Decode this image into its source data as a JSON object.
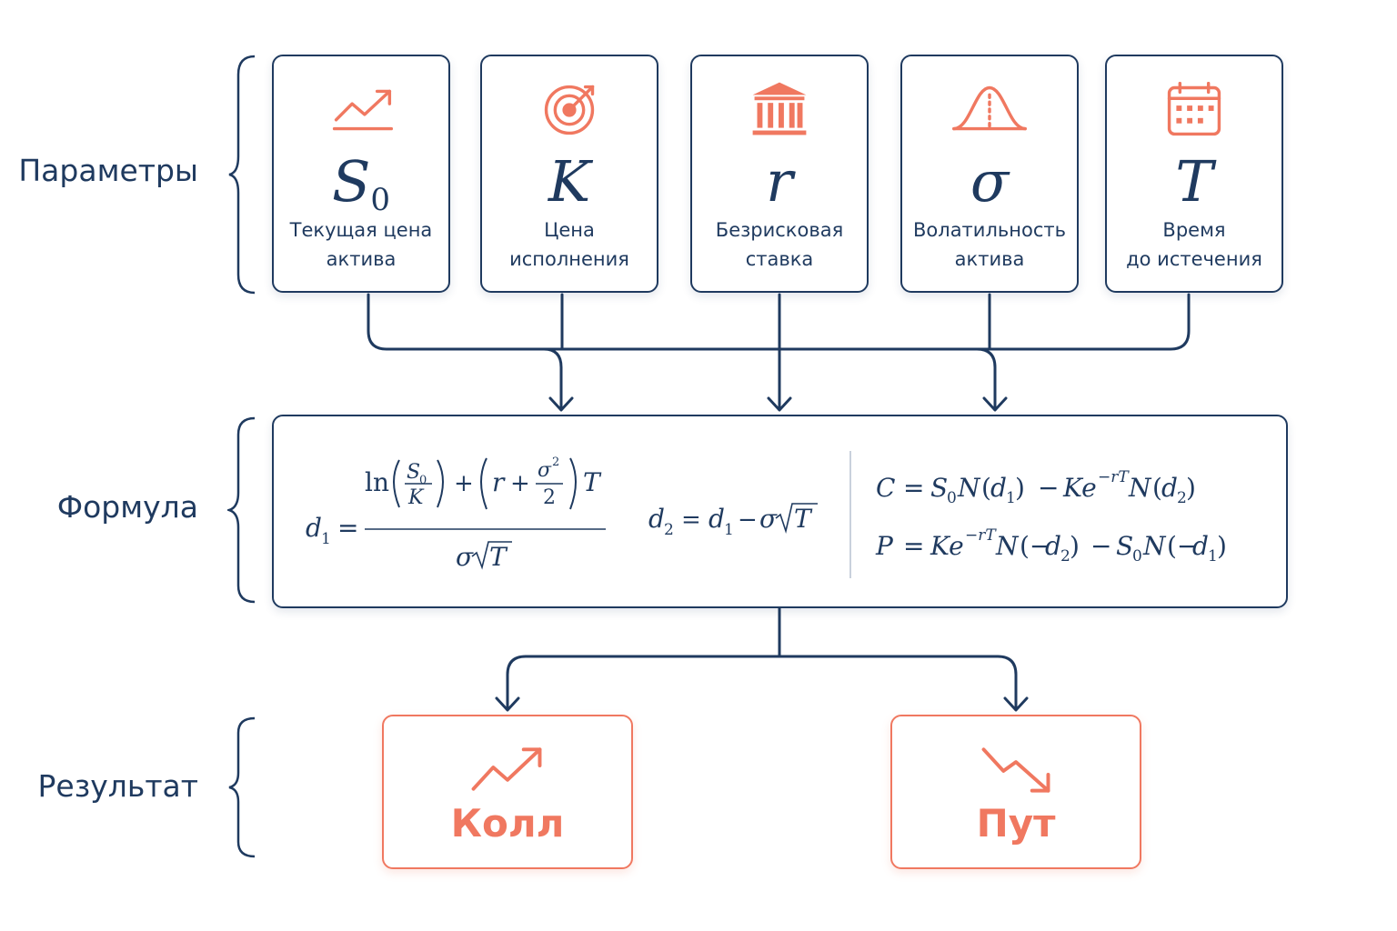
{
  "rows": {
    "params_label": "Параметры",
    "formula_label": "Формула",
    "result_label": "Результат"
  },
  "params": [
    {
      "icon": "trend-up-icon",
      "symbol": "S",
      "subscript": "0",
      "line1": "Текущая цена",
      "line2": "актива"
    },
    {
      "icon": "target-icon",
      "symbol": "K",
      "subscript": "",
      "line1": "Цена",
      "line2": "исполнения"
    },
    {
      "icon": "bank-icon",
      "symbol": "r",
      "subscript": "",
      "line1": "Безрисковая",
      "line2": "ставка"
    },
    {
      "icon": "bell-curve-icon",
      "symbol": "σ",
      "subscript": "",
      "line1": "Волатильность",
      "line2": "актива"
    },
    {
      "icon": "calendar-icon",
      "symbol": "T",
      "subscript": "",
      "line1": "Время",
      "line2": "до истечения"
    }
  ],
  "results": {
    "call": {
      "icon": "trend-up-icon",
      "label": "Колл"
    },
    "put": {
      "icon": "trend-down-icon",
      "label": "Пут"
    }
  },
  "colors": {
    "navy": "#1f3a5f",
    "coral": "#f07860"
  }
}
